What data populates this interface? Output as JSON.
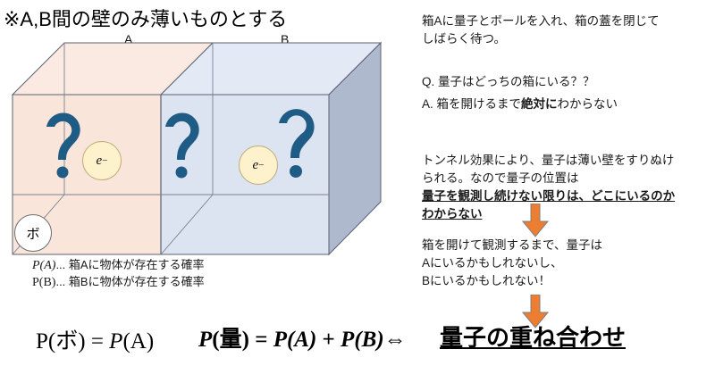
{
  "title": "※A,B間の壁のみ薄いものとする",
  "diagram": {
    "label_a": "A",
    "label_b": "B",
    "electron_a": {
      "symbol": "e",
      "charge": "−"
    },
    "electron_b": {
      "symbol": "e",
      "charge": "−"
    },
    "ball_label": "ボ",
    "question_marks": 3,
    "colors": {
      "box_a_fill": "#FAE5DA",
      "box_b_fill": "#DCE4F2",
      "box_side_fill": "#AFB9CE",
      "box_top_a_fill": "#FBEAE1",
      "box_top_b_fill": "#E3E9F5",
      "box_stroke": "#5B6172",
      "question_mark": "#1F5C85",
      "electron_fill": "#FDF2CC",
      "electron_stroke": "#BFA977",
      "ball_fill": "#FFFFFF",
      "ball_stroke": "#6D6D6D",
      "arrow": "#ED7D31"
    }
  },
  "prob_legend": {
    "line1_math": "P(A)",
    "line1_text": "... 箱Aに物体が存在する確率",
    "line2_math": "P(B)",
    "line2_text": "... 箱Bに物体が存在する確率"
  },
  "right_panel": {
    "setup": "箱Aに量子とボールを入れ、箱の蓋を閉じて\nしばらく待つ。",
    "question_prefix": "Q. ",
    "question": "量子はどっちの箱にいる？？",
    "answer_prefix": "A. ",
    "answer_normal": "箱を開けるまで",
    "answer_bold": "絶対に",
    "answer_tail": "わからない",
    "tunnel_normal": "トンネル効果により、量子は薄い壁をすりぬけ\nられる。なので量子の位置は",
    "tunnel_emphasis": "量子を観測し続けない限りは、どこにいるのか\nわからない",
    "observe": "箱を開けて観測するまで、量子は\nAにいるかもしれないし、\nBにいるかもしれない！"
  },
  "formulas": {
    "ball": {
      "lhs_p": "P",
      "lhs_arg": "(ボ)",
      "eq": " = ",
      "rhs_p": "P",
      "rhs_arg": "(A)"
    },
    "quantum": {
      "lhs_p": "P",
      "lhs_arg": "(量)",
      "eq": " = ",
      "term1_p": "P",
      "term1_arg": "(A)",
      "plus": " + ",
      "term2_p": "P",
      "term2_arg": "(B)",
      "implies": "⇔"
    },
    "superposition": "量子の重ね合わせ"
  }
}
